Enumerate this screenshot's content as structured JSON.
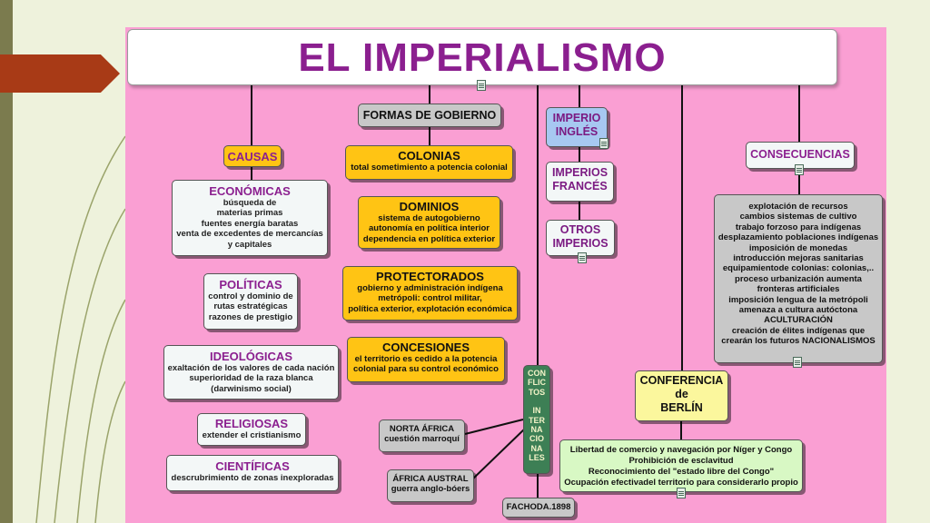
{
  "title": "EL IMPERIALISMO",
  "causas": {
    "label": "CAUSAS",
    "economicas": {
      "title": "ECONÓMICAS",
      "body": "búsqueda de\nmaterias primas\nfuentes energía baratas\nventa de excedentes de mercancías\ny capitales"
    },
    "politicas": {
      "title": "POLÍTICAS",
      "body": "control y dominio de\nrutas estratégicas\nrazones de prestigio"
    },
    "ideologicas": {
      "title": "IDEOLÓGICAS",
      "body": "exaltación de los valores de cada nación\nsuperioridad de la raza blanca\n(darwinismo social)"
    },
    "religiosas": {
      "title": "RELIGIOSAS",
      "body": "extender el cristianismo"
    },
    "cientificas": {
      "title": "CIENTÍFICAS",
      "body": "descrubrimiento de zonas inexploradas"
    }
  },
  "formas": {
    "label": "FORMAS DE GOBIERNO",
    "colonias": {
      "title": "COLONIAS",
      "body": "total sometimiento a potencia colonial"
    },
    "dominios": {
      "title": "DOMINIOS",
      "body": "sistema de autogobierno\nautonomía en política interior\ndependencia en política exterior"
    },
    "protectorados": {
      "title": "PROTECTORADOS",
      "body": "gobierno y administración indígena\nmetrópoli: control militar,\npolítica exterior, explotación económica"
    },
    "concesiones": {
      "title": "CONCESIONES",
      "body": "el territorio es cedido a la potencia\ncolonial para su control económico"
    }
  },
  "imperios": {
    "ingles": "IMPERIO\nINGLÉS",
    "frances": "IMPERIOS\nFRANCÉS",
    "otros": "OTROS\nIMPERIOS"
  },
  "conflictos": {
    "label": "CON\nFLIC\nTOS\n\nIN\nTER\nNA\nCIO\nNA\nLES",
    "norta_africa": {
      "title": "NORTA ÁFRICA",
      "body": "cuestión marroquí"
    },
    "africa_austral": {
      "title": "ÁFRICA AUSTRAL",
      "body": "guerra anglo-bóers"
    },
    "fachoda": "FACHODA.1898"
  },
  "conferencia": {
    "label": "CONFERENCIA\nde\nBERLÍN",
    "body": "Libertad de comercio y navegación por Níger y Congo\nProhibición de esclavitud\nReconocimiento del \"estado libre del Congo\"\nOcupación efectivadel territorio para considerarlo propio"
  },
  "consecuencias": {
    "label": "CONSECUENCIAS",
    "body": "explotación de recursos\ncambios sistemas de cultivo\ntrabajo forzoso para indígenas\ndesplazamiento poblaciones indígenas\nimposición de monedas\nintroducción mejoras sanitarias\nequipamientode colonias: colonias,..\nproceso urbanización aumenta\nfronteras artificiales\nimposición lengua de la metrópoli\namenaza a cultura autóctona\nACULTURACIÓN\ncreación de élites  indígenas que\ncrearán los futuros NACIONALISMOS"
  },
  "colors": {
    "panel": "#fa9fd3",
    "title": "#8b1f8f",
    "yellow": "#ffc414",
    "arrow": "#a83a16",
    "green": "#3d7f55"
  }
}
